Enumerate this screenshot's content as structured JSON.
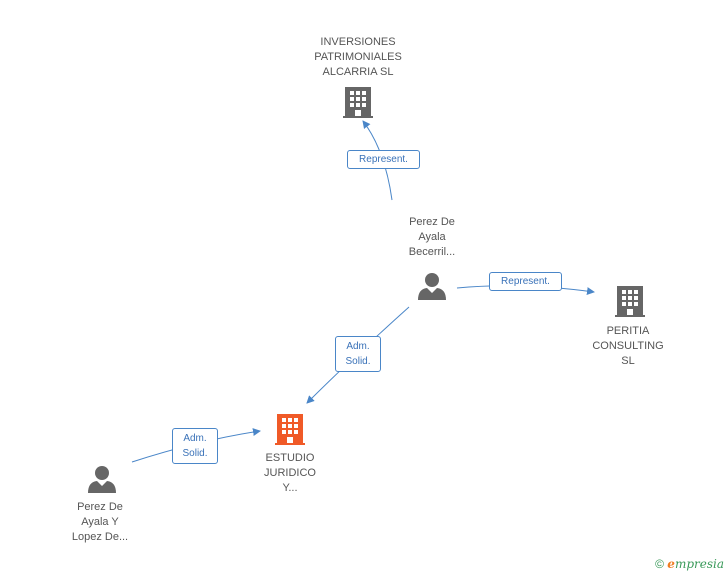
{
  "nodes": {
    "inversiones": {
      "label": "INVERSIONES\nPATRIMONIALES\nALCARRIA SL",
      "type": "company",
      "color": "#666666"
    },
    "peritia": {
      "label": "PERITIA\nCONSULTING\nSL",
      "type": "company",
      "color": "#666666"
    },
    "estudio": {
      "label": "ESTUDIO\nJURIDICO\nY...",
      "type": "company",
      "color": "#f05a28"
    },
    "perez_becerril": {
      "label": "Perez De\nAyala\nBecerril...",
      "type": "person",
      "color": "#666666"
    },
    "perez_lopez": {
      "label": "Perez De\nAyala Y\nLopez De...",
      "type": "person",
      "color": "#666666"
    }
  },
  "edges": {
    "becerril_to_inversiones": {
      "label": "Represent."
    },
    "becerril_to_peritia": {
      "label": "Represent."
    },
    "becerril_to_estudio": {
      "line1": "Adm.",
      "line2": "Solid."
    },
    "lopez_to_estudio": {
      "line1": "Adm.",
      "line2": "Solid."
    }
  },
  "colors": {
    "edge": "#4a86c8",
    "company_main": "#f05a28",
    "company": "#666666",
    "person": "#666666"
  },
  "footer": {
    "copyright": "©",
    "brand_initial": "e",
    "brand_rest": "mpresia"
  }
}
